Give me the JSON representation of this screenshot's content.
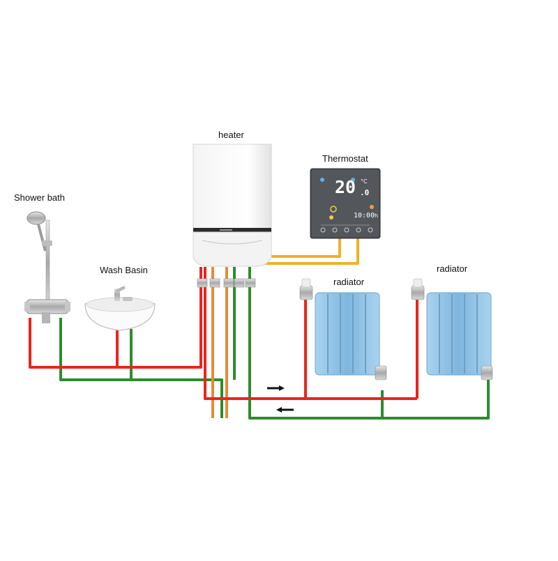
{
  "labels": {
    "heater": "heater",
    "thermostat": "Thermostat",
    "shower": "Shower bath",
    "basin": "Wash Basin",
    "radiator_1": "radiator",
    "radiator_2": "radiator"
  },
  "thermostat_display": {
    "temperature": "20",
    "decimal": ".0",
    "unit": "°C",
    "time": "10:00",
    "time_suffix": "h"
  },
  "colors": {
    "hot_pipe": "#e8251f",
    "return_pipe": "#2e8b2e",
    "water_pipe": "#e58a3a",
    "thermostat_wire": "#f0b02a",
    "radiator": "#8fc3e6",
    "thermostat_body": "#4a4d52"
  },
  "icons": [
    "flow-arrow-right-icon",
    "flow-arrow-left-icon"
  ]
}
